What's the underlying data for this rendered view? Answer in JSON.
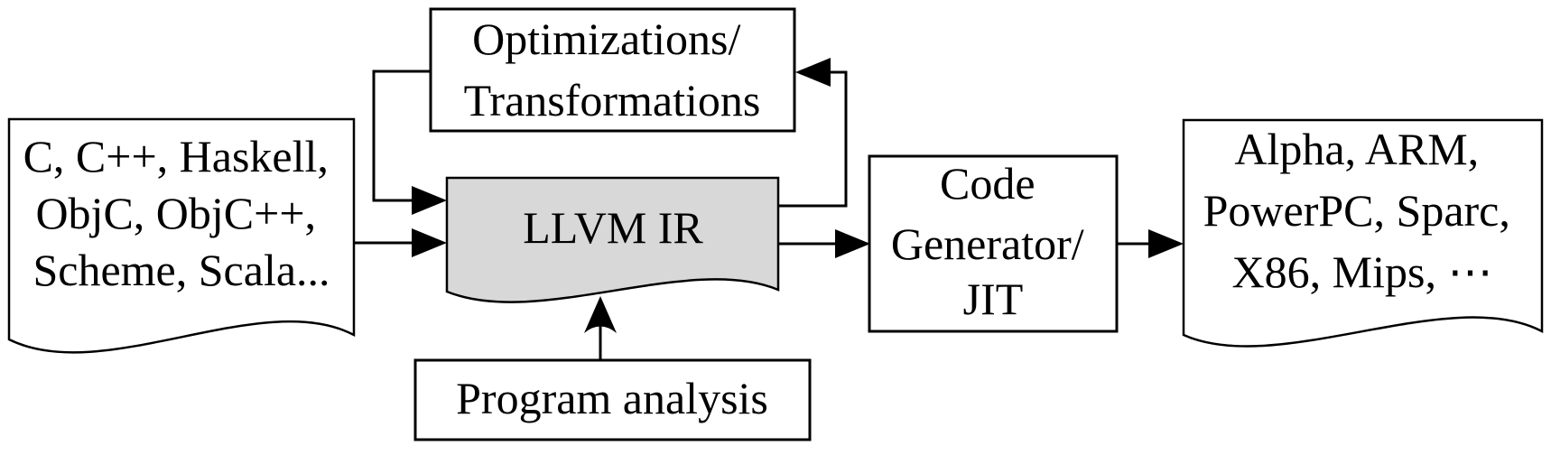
{
  "diagram": {
    "nodes": {
      "source_languages": {
        "shape": "document",
        "lines": [
          "C, C++, Haskell,",
          "ObjC, ObjC++,",
          "Scheme, Scala..."
        ]
      },
      "optimizations": {
        "shape": "rectangle",
        "lines": [
          "Optimizations/",
          "Transformations"
        ]
      },
      "llvm_ir": {
        "shape": "document",
        "lines": [
          "LLVM IR"
        ]
      },
      "program_analysis": {
        "shape": "rectangle",
        "lines": [
          "Program analysis"
        ]
      },
      "code_generator": {
        "shape": "rectangle",
        "lines": [
          "Code",
          "Generator/",
          "JIT"
        ]
      },
      "target_architectures": {
        "shape": "document",
        "lines": [
          "Alpha, ARM,",
          "PowerPC, Sparc,",
          "X86, Mips, ⋯"
        ]
      }
    },
    "edges": [
      {
        "from": "optimizations",
        "to": "llvm_ir",
        "style": "elbow-loop"
      },
      {
        "from": "source_languages",
        "to": "llvm_ir",
        "style": "straight"
      },
      {
        "from": "llvm_ir",
        "to": "optimizations",
        "style": "elbow-loop"
      },
      {
        "from": "llvm_ir",
        "to": "code_generator",
        "style": "straight"
      },
      {
        "from": "code_generator",
        "to": "target_architectures",
        "style": "straight"
      },
      {
        "from": "program_analysis",
        "to": "llvm_ir",
        "style": "straight-up"
      }
    ],
    "colors": {
      "stroke": "#000000",
      "document_fill": "#ffffff",
      "llvm_ir_fill": "#d8d8d8",
      "box_fill": "#ffffff",
      "background": "#ffffff"
    }
  }
}
